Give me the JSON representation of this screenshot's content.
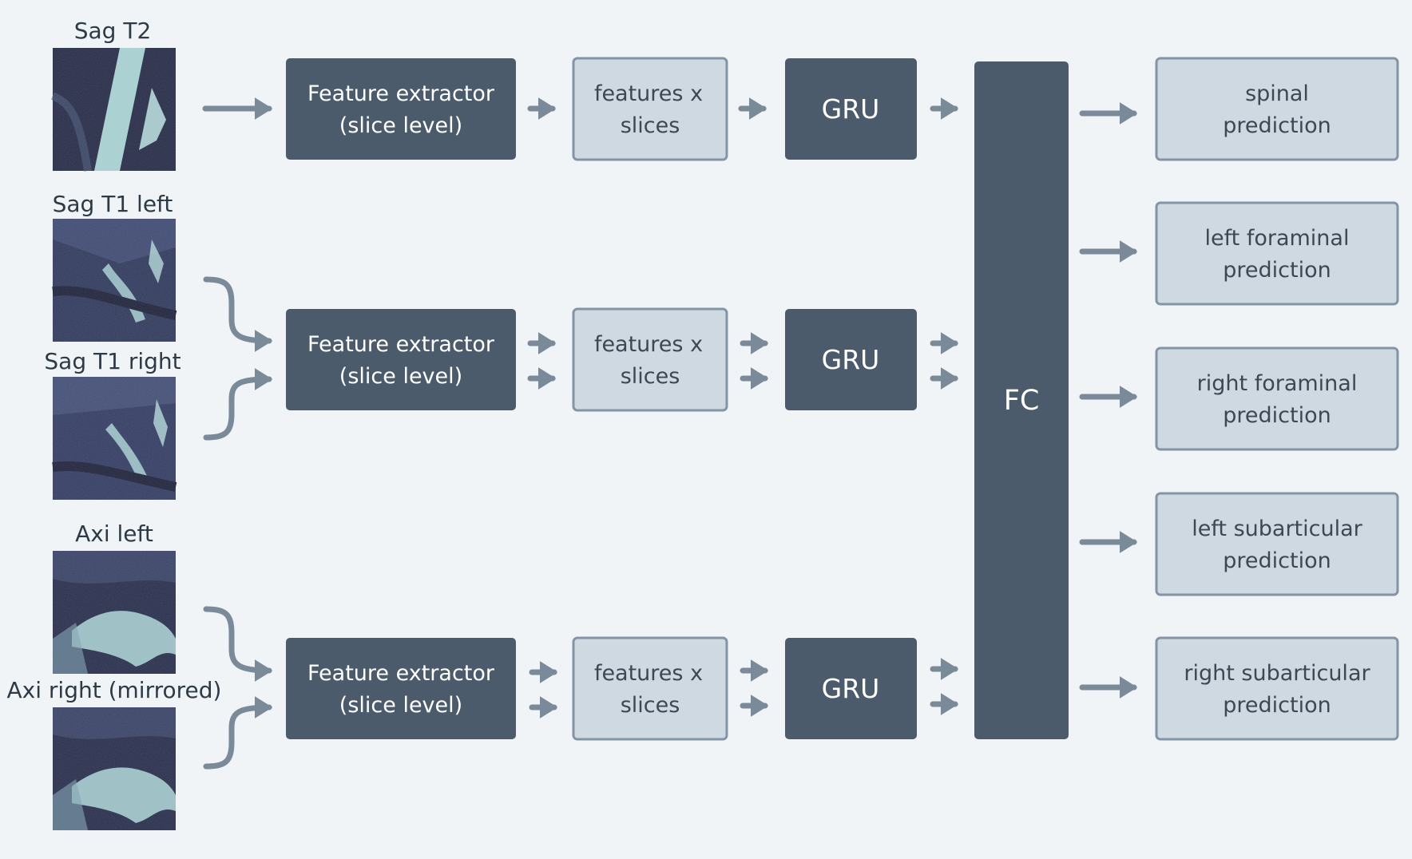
{
  "colors": {
    "background": "#f0f4f7",
    "dark_box": "#4b5b6b",
    "light_box_fill": "#cfd9e2",
    "light_box_border": "#8394a6",
    "arrow": "#7b8a99",
    "scan_dark": "#262a44",
    "scan_light": "#a9d2d1"
  },
  "inputs": {
    "sag_t2": "Sag T2",
    "sag_t1_left": "Sag T1 left",
    "sag_t1_right": "Sag T1 right",
    "axi_left": "Axi left",
    "axi_right": "Axi right (mirrored)"
  },
  "branches": [
    {
      "extractor_line1": "Feature extractor",
      "extractor_line2": "(slice level)",
      "features_line1": "features x",
      "features_line2": "slices",
      "gru": "GRU"
    },
    {
      "extractor_line1": "Feature extractor",
      "extractor_line2": "(slice level)",
      "features_line1": "features x",
      "features_line2": "slices",
      "gru": "GRU"
    },
    {
      "extractor_line1": "Feature extractor",
      "extractor_line2": "(slice level)",
      "features_line1": "features x",
      "features_line2": "slices",
      "gru": "GRU"
    }
  ],
  "fc": "FC",
  "outputs": [
    {
      "line1": "spinal",
      "line2": "prediction"
    },
    {
      "line1": "left foraminal",
      "line2": "prediction"
    },
    {
      "line1": "right foraminal",
      "line2": "prediction"
    },
    {
      "line1": "left subarticular",
      "line2": "prediction"
    },
    {
      "line1": "right subarticular",
      "line2": "prediction"
    }
  ]
}
